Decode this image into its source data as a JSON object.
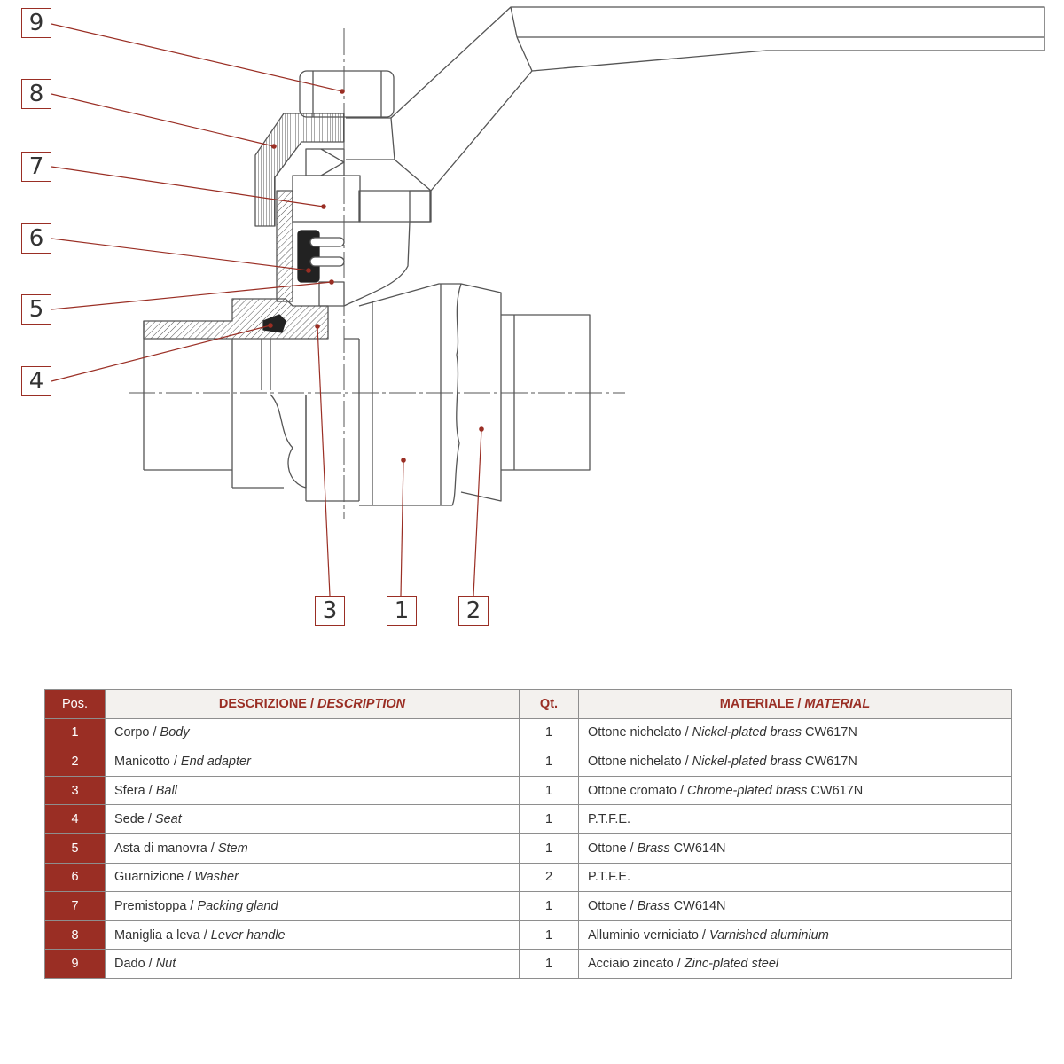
{
  "callouts": [
    "9",
    "8",
    "7",
    "6",
    "5",
    "4",
    "3",
    "1",
    "2"
  ],
  "table": {
    "headers": {
      "pos": "Pos.",
      "description_it": "DESCRIZIONE",
      "description_en": "DESCRIPTION",
      "qty": "Qt.",
      "material_it": "MATERIALE",
      "material_en": "MATERIAL",
      "separator": "/"
    },
    "rows": [
      {
        "pos": "1",
        "desc_it": "Corpo",
        "desc_en": "Body",
        "qty": "1",
        "mat_it": "Ottone nichelato",
        "mat_en": "Nickel-plated brass",
        "mat_code": "CW617N"
      },
      {
        "pos": "2",
        "desc_it": "Manicotto",
        "desc_en": "End adapter",
        "qty": "1",
        "mat_it": "Ottone nichelato",
        "mat_en": "Nickel-plated brass",
        "mat_code": "CW617N"
      },
      {
        "pos": "3",
        "desc_it": "Sfera",
        "desc_en": "Ball",
        "qty": "1",
        "mat_it": "Ottone cromato",
        "mat_en": "Chrome-plated brass",
        "mat_code": "CW617N"
      },
      {
        "pos": "4",
        "desc_it": "Sede",
        "desc_en": "Seat",
        "qty": "1",
        "mat_it": "P.T.F.E.",
        "mat_en": "",
        "mat_code": ""
      },
      {
        "pos": "5",
        "desc_it": "Asta di manovra",
        "desc_en": "Stem",
        "qty": "1",
        "mat_it": "Ottone",
        "mat_en": "Brass",
        "mat_code": "CW614N"
      },
      {
        "pos": "6",
        "desc_it": "Guarnizione",
        "desc_en": "Washer",
        "qty": "2",
        "mat_it": "P.T.F.E.",
        "mat_en": "",
        "mat_code": ""
      },
      {
        "pos": "7",
        "desc_it": "Premistoppa",
        "desc_en": "Packing gland",
        "qty": "1",
        "mat_it": "Ottone",
        "mat_en": "Brass",
        "mat_code": "CW614N"
      },
      {
        "pos": "8",
        "desc_it": "Maniglia a leva",
        "desc_en": "Lever handle",
        "qty": "1",
        "mat_it": "Alluminio verniciato",
        "mat_en": "Varnished aluminium",
        "mat_code": ""
      },
      {
        "pos": "9",
        "desc_it": "Dado",
        "desc_en": "Nut",
        "qty": "1",
        "mat_it": "Acciaio zincato",
        "mat_en": "Zinc-plated steel",
        "mat_code": ""
      }
    ]
  },
  "colors": {
    "accent": "#9a2e24",
    "line": "#555555",
    "header_bg": "#f3f1ee"
  }
}
